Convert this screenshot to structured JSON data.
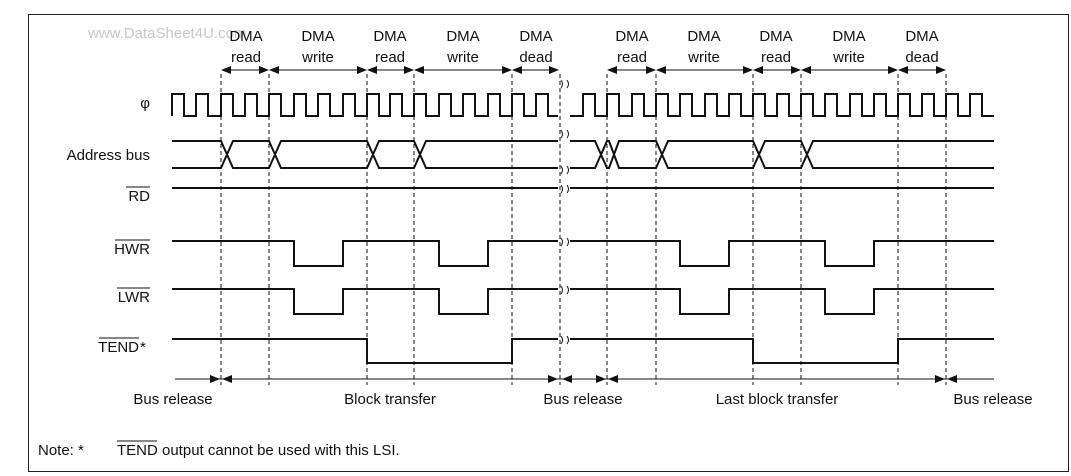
{
  "watermark": "www.DataSheet4U.com",
  "phases": {
    "dma": "DMA",
    "read": "read",
    "write": "write",
    "dead": "dead"
  },
  "signals": {
    "phi": "φ",
    "address": "Address bus",
    "rd": "RD",
    "hwr": "HWR",
    "lwr": "LWR",
    "tend": "TEND",
    "tend_star": "*"
  },
  "bottom": {
    "bus_release_1": "Bus release",
    "block_transfer": "Block transfer",
    "bus_release_2": "Bus release",
    "last_block_transfer": "Last block transfer",
    "bus_release_3": "Bus release"
  },
  "note": {
    "prefix": "Note:  *",
    "signal": "TEND",
    "suffix": "output cannot be used with this LSI."
  }
}
